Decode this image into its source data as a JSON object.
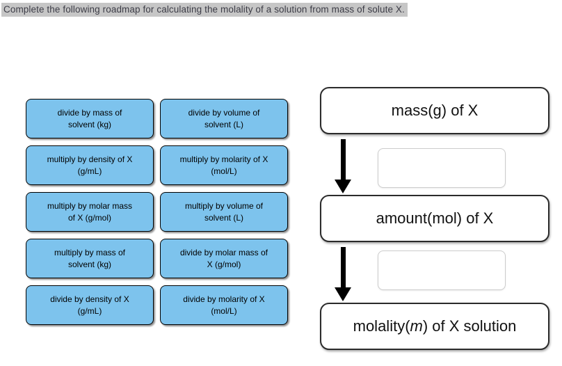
{
  "title": "Complete the following roadmap for calculating the molality of a solution from mass of solute X.",
  "colors": {
    "tile_fill": "#7dc3ed",
    "tile_border": "#000000",
    "node_border": "#2b2b2b",
    "dropzone_border": "#cccccc",
    "title_highlight": "#c6c6c6",
    "title_text": "#3c3c46"
  },
  "tiles": [
    "divide by mass of\nsolvent (kg)",
    "divide by volume of\nsolvent (L)",
    "multiply by density of X\n(g/mL)",
    "multiply by molarity of X\n(mol/L)",
    "multiply by molar mass\nof X (g/mol)",
    "multiply by volume of\nsolvent (L)",
    "multiply by mass of\nsolvent (kg)",
    "divide by molar mass of\nX (g/mol)",
    "divide by density of X\n(g/mL)",
    "divide by molarity of X\n(mol/L)"
  ],
  "flowchart": {
    "node_mass": "mass(g) of X",
    "node_amount": "amount(mol) of X",
    "node_molality": {
      "prefix": "molality(",
      "italic": "m",
      "suffix": ") of X solution"
    },
    "dropzones": [
      {
        "value": ""
      },
      {
        "value": ""
      }
    ]
  }
}
